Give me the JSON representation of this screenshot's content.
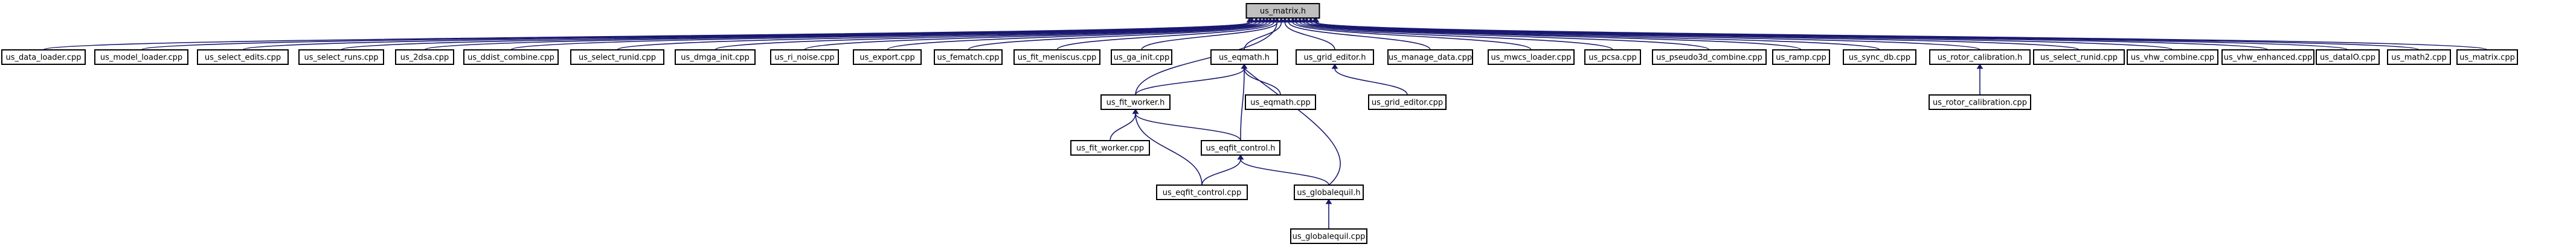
{
  "graph": {
    "root": "us_matrix.h",
    "nodes": [
      "us_matrix.h",
      "us_data_loader.cpp",
      "us_model_loader.cpp",
      "us_select_edits.cpp",
      "us_select_runs.cpp",
      "us_2dsa.cpp",
      "us_ddist_combine.cpp",
      "us_select_runid.cpp",
      "us_dmga_init.cpp",
      "us_ri_noise.cpp",
      "us_export.cpp",
      "us_fematch.cpp",
      "us_fit_meniscus.cpp",
      "us_ga_init.cpp",
      "us_eqmath.h",
      "us_grid_editor.h",
      "us_manage_data.cpp",
      "us_mwcs_loader.cpp",
      "us_pcsa.cpp",
      "us_pseudo3d_combine.cpp",
      "us_ramp.cpp",
      "us_sync_db.cpp",
      "us_rotor_calibration.h",
      "us_select_runid.cpp",
      "us_vhw_combine.cpp",
      "us_vhw_enhanced.cpp",
      "us_dataIO.cpp",
      "us_math2.cpp",
      "us_matrix.cpp",
      "us_fit_worker.h",
      "us_eqmath.cpp",
      "us_grid_editor.cpp",
      "us_rotor_calibration.cpp",
      "us_fit_worker.cpp",
      "us_eqfit_control.h",
      "us_eqfit_control.cpp",
      "us_globalequil.h",
      "us_globalequil.cpp"
    ],
    "edges": [
      [
        1,
        0
      ],
      [
        2,
        0
      ],
      [
        3,
        0
      ],
      [
        4,
        0
      ],
      [
        5,
        0
      ],
      [
        6,
        0
      ],
      [
        7,
        0
      ],
      [
        8,
        0
      ],
      [
        9,
        0
      ],
      [
        10,
        0
      ],
      [
        11,
        0
      ],
      [
        12,
        0
      ],
      [
        13,
        0
      ],
      [
        29,
        0
      ],
      [
        14,
        0
      ],
      [
        15,
        0
      ],
      [
        16,
        0
      ],
      [
        17,
        0
      ],
      [
        18,
        0
      ],
      [
        19,
        0
      ],
      [
        20,
        0
      ],
      [
        21,
        0
      ],
      [
        22,
        0
      ],
      [
        23,
        0
      ],
      [
        24,
        0
      ],
      [
        25,
        0
      ],
      [
        26,
        0
      ],
      [
        27,
        0
      ],
      [
        28,
        0
      ],
      [
        29,
        14
      ],
      [
        30,
        14
      ],
      [
        34,
        14
      ],
      [
        36,
        14
      ],
      [
        31,
        15
      ],
      [
        32,
        22
      ],
      [
        33,
        29
      ],
      [
        34,
        29
      ],
      [
        35,
        29
      ],
      [
        35,
        34
      ],
      [
        36,
        34
      ],
      [
        37,
        36
      ]
    ]
  }
}
